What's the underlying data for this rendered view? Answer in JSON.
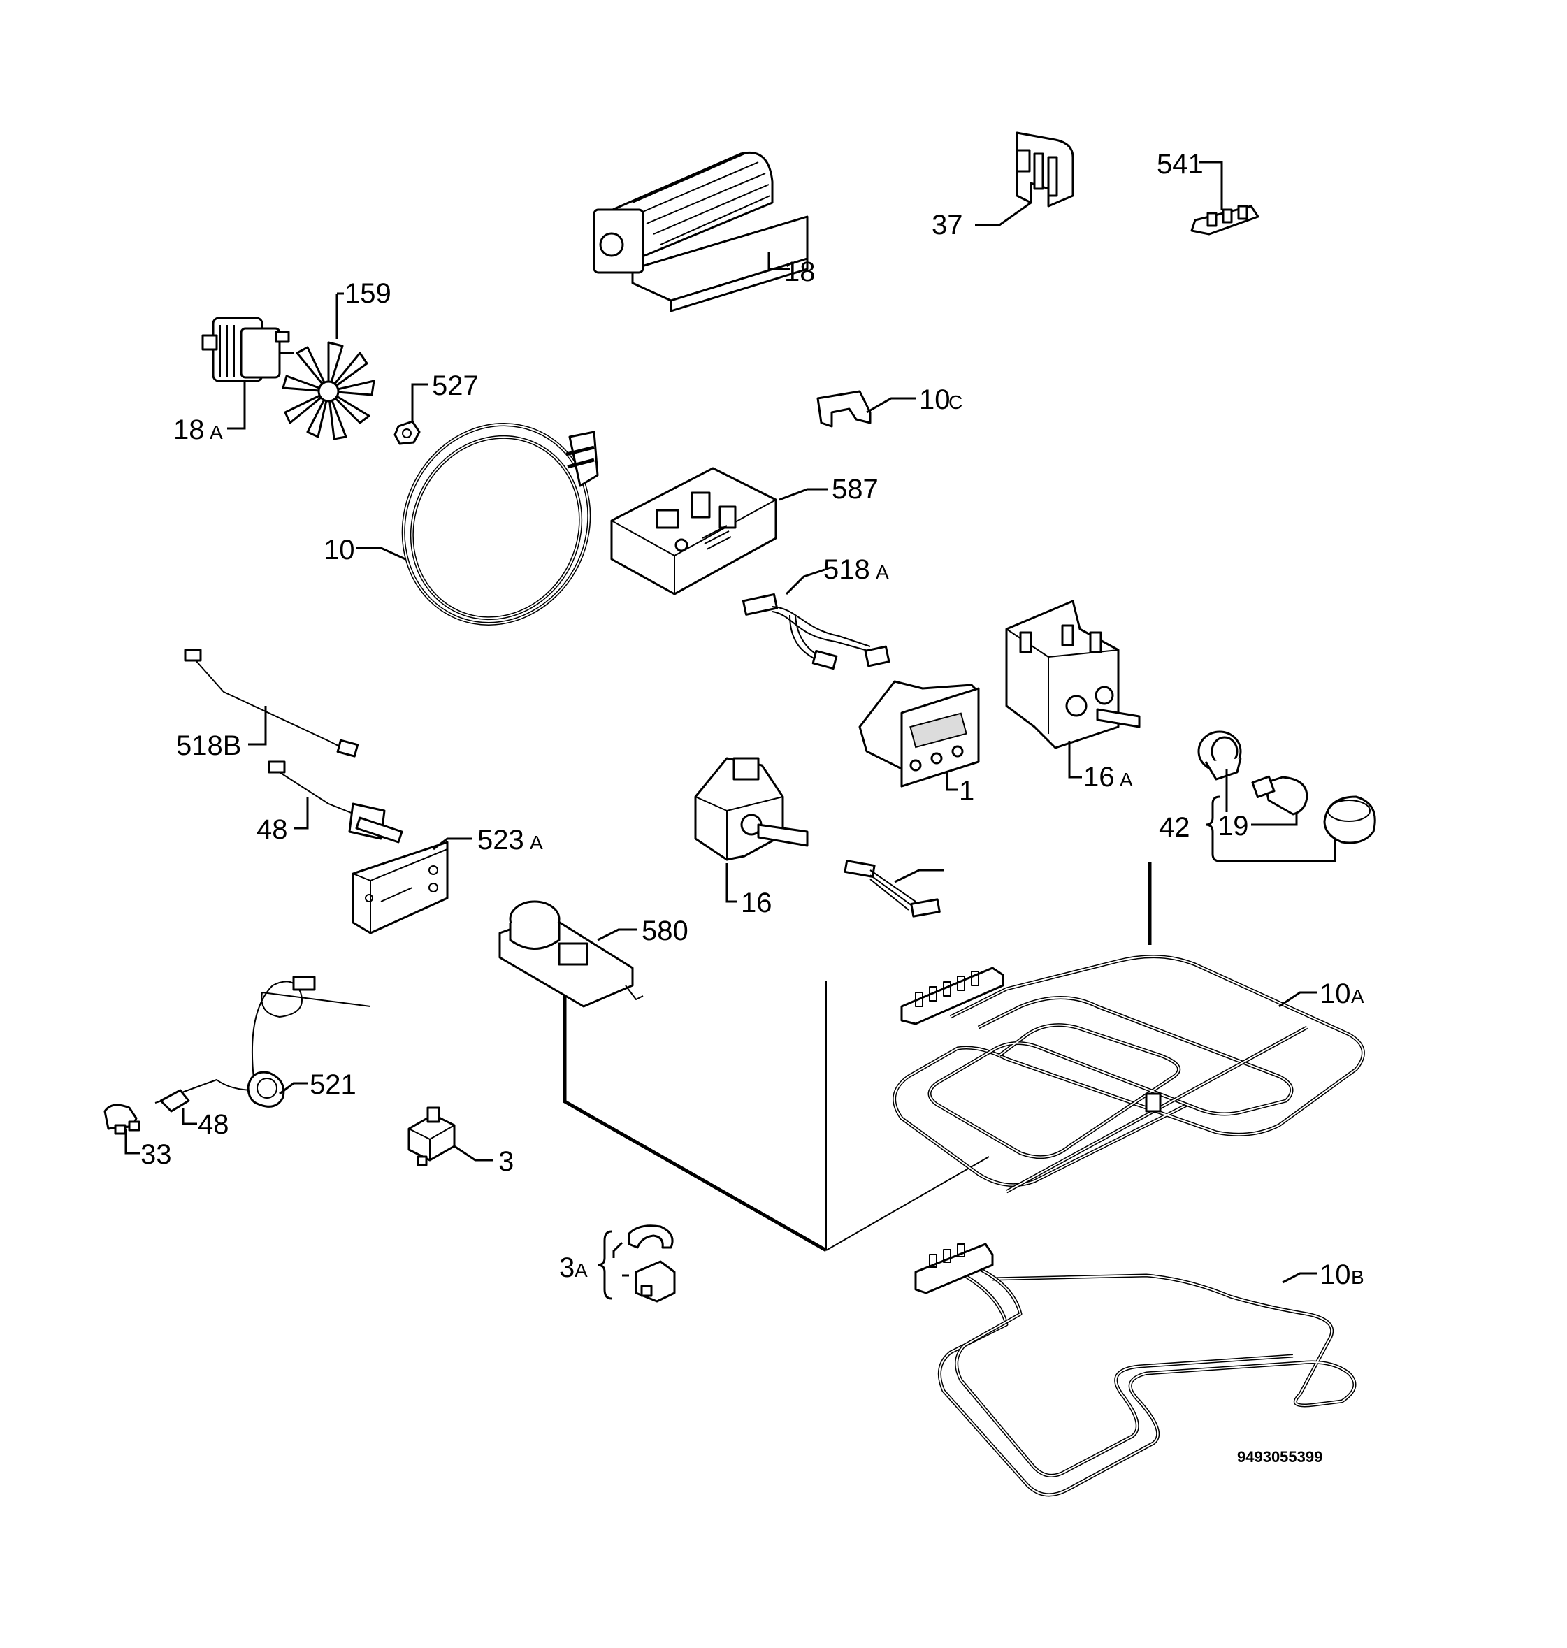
{
  "diagram": {
    "document_code": "9493055399",
    "labels": {
      "p1": "1",
      "p3": "3",
      "p3a_num": "3",
      "p3a_suf": "A",
      "p10": "10",
      "p10a_num": "10",
      "p10a_suf": "A",
      "p10b_num": "10",
      "p10b_suf": "B",
      "p10c_num": "10",
      "p10c_suf": "C",
      "p16": "16",
      "p16a_num": "16",
      "p16a_suf": "A",
      "p18": "18",
      "p18a_num": "18",
      "p18a_suf": "A",
      "p19": "19",
      "p33": "33",
      "p37": "37",
      "p42": "42",
      "p48_top": "48",
      "p48_bottom": "48",
      "p159": "159",
      "p518a_num": "518",
      "p518a_suf": "A",
      "p518b": "518B",
      "p521": "521",
      "p523a_num": "523",
      "p523a_suf": "A",
      "p527": "527",
      "p541": "541",
      "p580": "580",
      "p587": "587"
    }
  }
}
